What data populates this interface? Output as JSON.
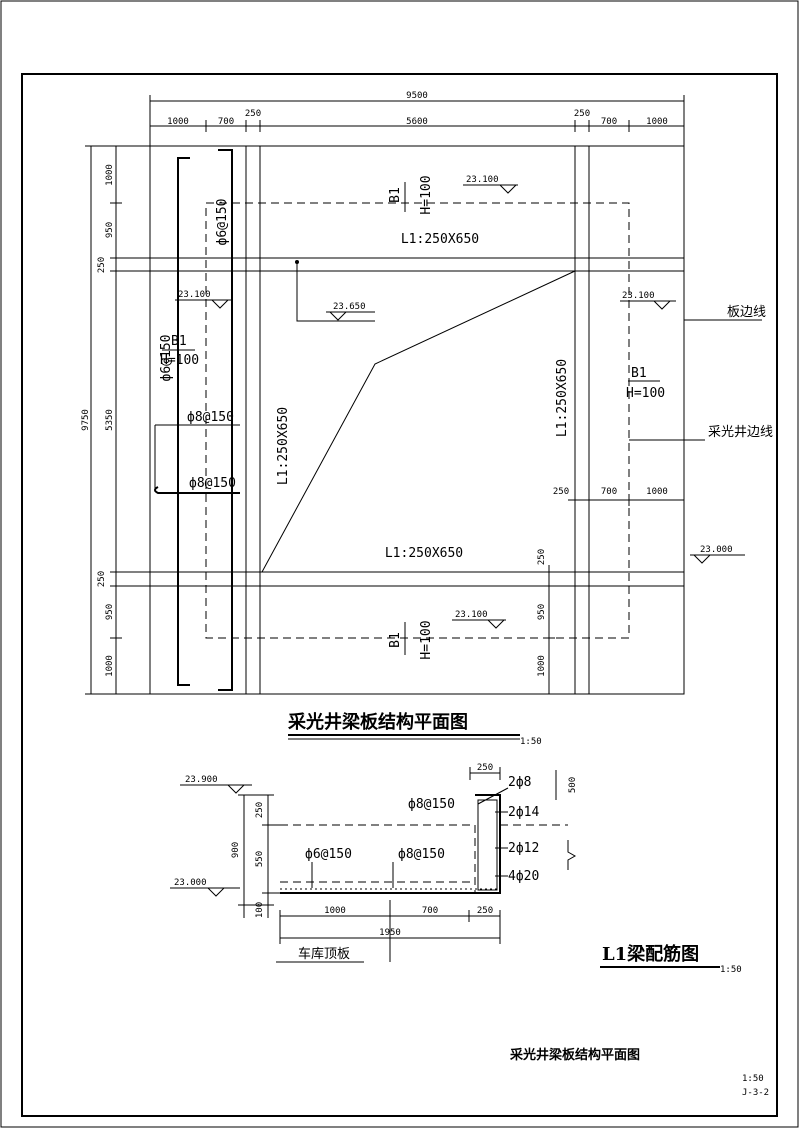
{
  "plan": {
    "dims": {
      "overall": "9500",
      "top": [
        "1000",
        "700",
        "250",
        "5600",
        "250",
        "700",
        "1000"
      ],
      "left_total": "9750",
      "left": [
        "1000",
        "950",
        "250",
        "5350",
        "250",
        "950",
        "1000"
      ],
      "inner_right": [
        "250",
        "700",
        "1000"
      ],
      "inner_vert": [
        "250",
        "950",
        "1000"
      ]
    },
    "beams": {
      "top": "L1:250X650",
      "bottom": "L1:250X650",
      "left": "L1:250X650",
      "right": "L1:250X650"
    },
    "slab": {
      "b1": "B1",
      "h": "H=100"
    },
    "rebar": {
      "top_vertical": "ф6@150",
      "left_vertical": "ф6@150",
      "bar1": "ф8@150",
      "bar2": "ф8@150"
    },
    "levels": {
      "top": "23.100",
      "left": "23.100",
      "right": "23.100",
      "center": "23.650",
      "bottom": "23.100",
      "outside": "23.000"
    },
    "notes": {
      "slab_edge": "板边线",
      "well_edge": "采光井边线"
    },
    "title": "采光井梁板结构平面图",
    "scale": "1:50"
  },
  "section": {
    "levels": {
      "top": "23.900",
      "bottom": "23.000"
    },
    "dims": {
      "vert": [
        "250",
        "550",
        "100"
      ],
      "vert_total": "900",
      "beam_width": "250",
      "beam_height": "500",
      "horiz": [
        "1000",
        "700",
        "250"
      ],
      "horiz_total": "1950"
    },
    "rebar": {
      "r1": "2ф8",
      "r2": "ф8@150",
      "r3": "2ф14",
      "r4": "2ф12",
      "r5": "4ф20",
      "slab1": "ф6@150",
      "slab2": "ф8@150"
    },
    "roof_label": "车库顶板",
    "title": "L1梁配筋图",
    "scale": "1:50"
  },
  "footer": {
    "title": "采光井梁板结构平面图",
    "scale": "1:50",
    "sheet": "J-3-2"
  }
}
